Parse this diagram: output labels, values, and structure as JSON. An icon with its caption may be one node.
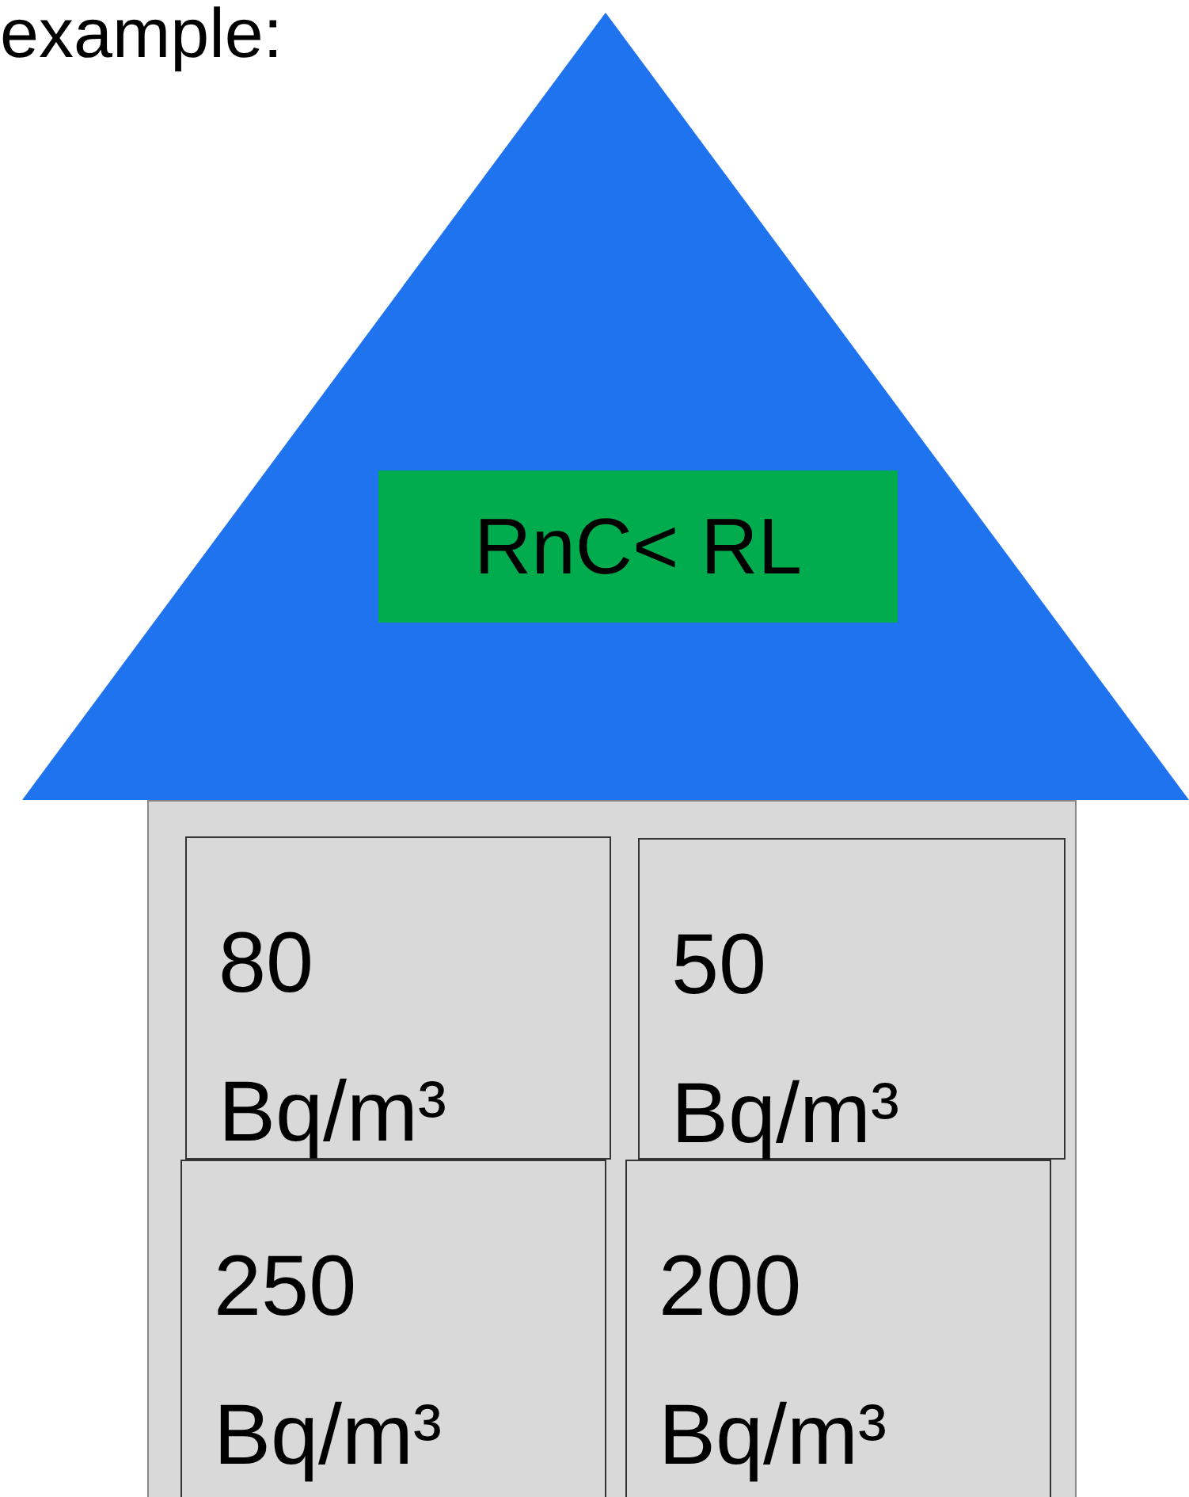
{
  "diagram": {
    "nodes": [
      {
        "text": [],
        "shape": "triangle"
      },
      {
        "text": [
          "RnC< RL"
        ],
        "in": 0
      },
      {
        "text": [],
        "shape": "box"
      },
      {
        "text": [
          "80 Bq/m³"
        ],
        "in": 2
      },
      {
        "text": [
          "50 Bq/m³"
        ],
        "in": 2
      },
      {
        "text": [
          "250 Bq/m³"
        ],
        "in": 2
      },
      {
        "text": [
          "200 Bq/m³"
        ],
        "in": 2
      }
    ],
    "labels": [
      "example:"
    ]
  }
}
